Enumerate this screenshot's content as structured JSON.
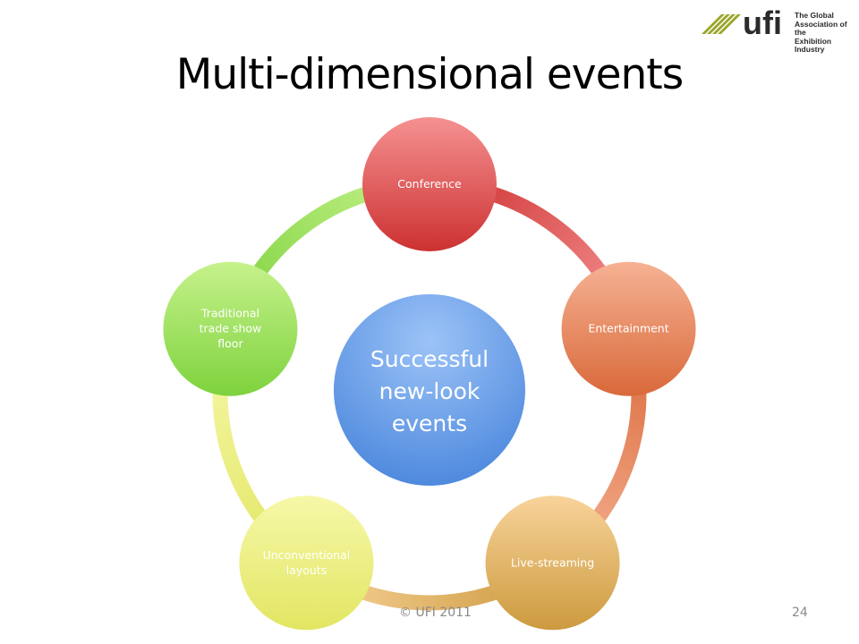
{
  "header": {
    "logo_text": "ufi",
    "logo_tagline": "The Global\nAssociation of the\nExhibition Industry",
    "title": "Multi-dimensional events"
  },
  "diagram": {
    "center": {
      "lines": [
        "Successful",
        "new-look",
        "events"
      ],
      "color": "#4a86dc"
    },
    "nodes": [
      {
        "id": "conference",
        "lines": [
          "Conference"
        ],
        "color_top": "#f59191",
        "color_bottom": "#cd3131"
      },
      {
        "id": "entertainment",
        "lines": [
          "Entertainment"
        ],
        "color_top": "#f6b294",
        "color_bottom": "#d9693a"
      },
      {
        "id": "live-streaming",
        "lines": [
          "Live-streaming"
        ],
        "color_top": "#f8d39a",
        "color_bottom": "#cc9a3e"
      },
      {
        "id": "unconventional-layouts",
        "lines": [
          "Unconventional",
          "layouts"
        ],
        "color_top": "#f6f8a8",
        "color_bottom": "#e2e662"
      },
      {
        "id": "traditional-trade-show-floor",
        "lines": [
          "Traditional",
          "trade show",
          "floor"
        ],
        "color_top": "#c6f28c",
        "color_bottom": "#7ed23e"
      }
    ]
  },
  "footer": {
    "copyright": "© UFI 2011",
    "page_number": "24"
  }
}
